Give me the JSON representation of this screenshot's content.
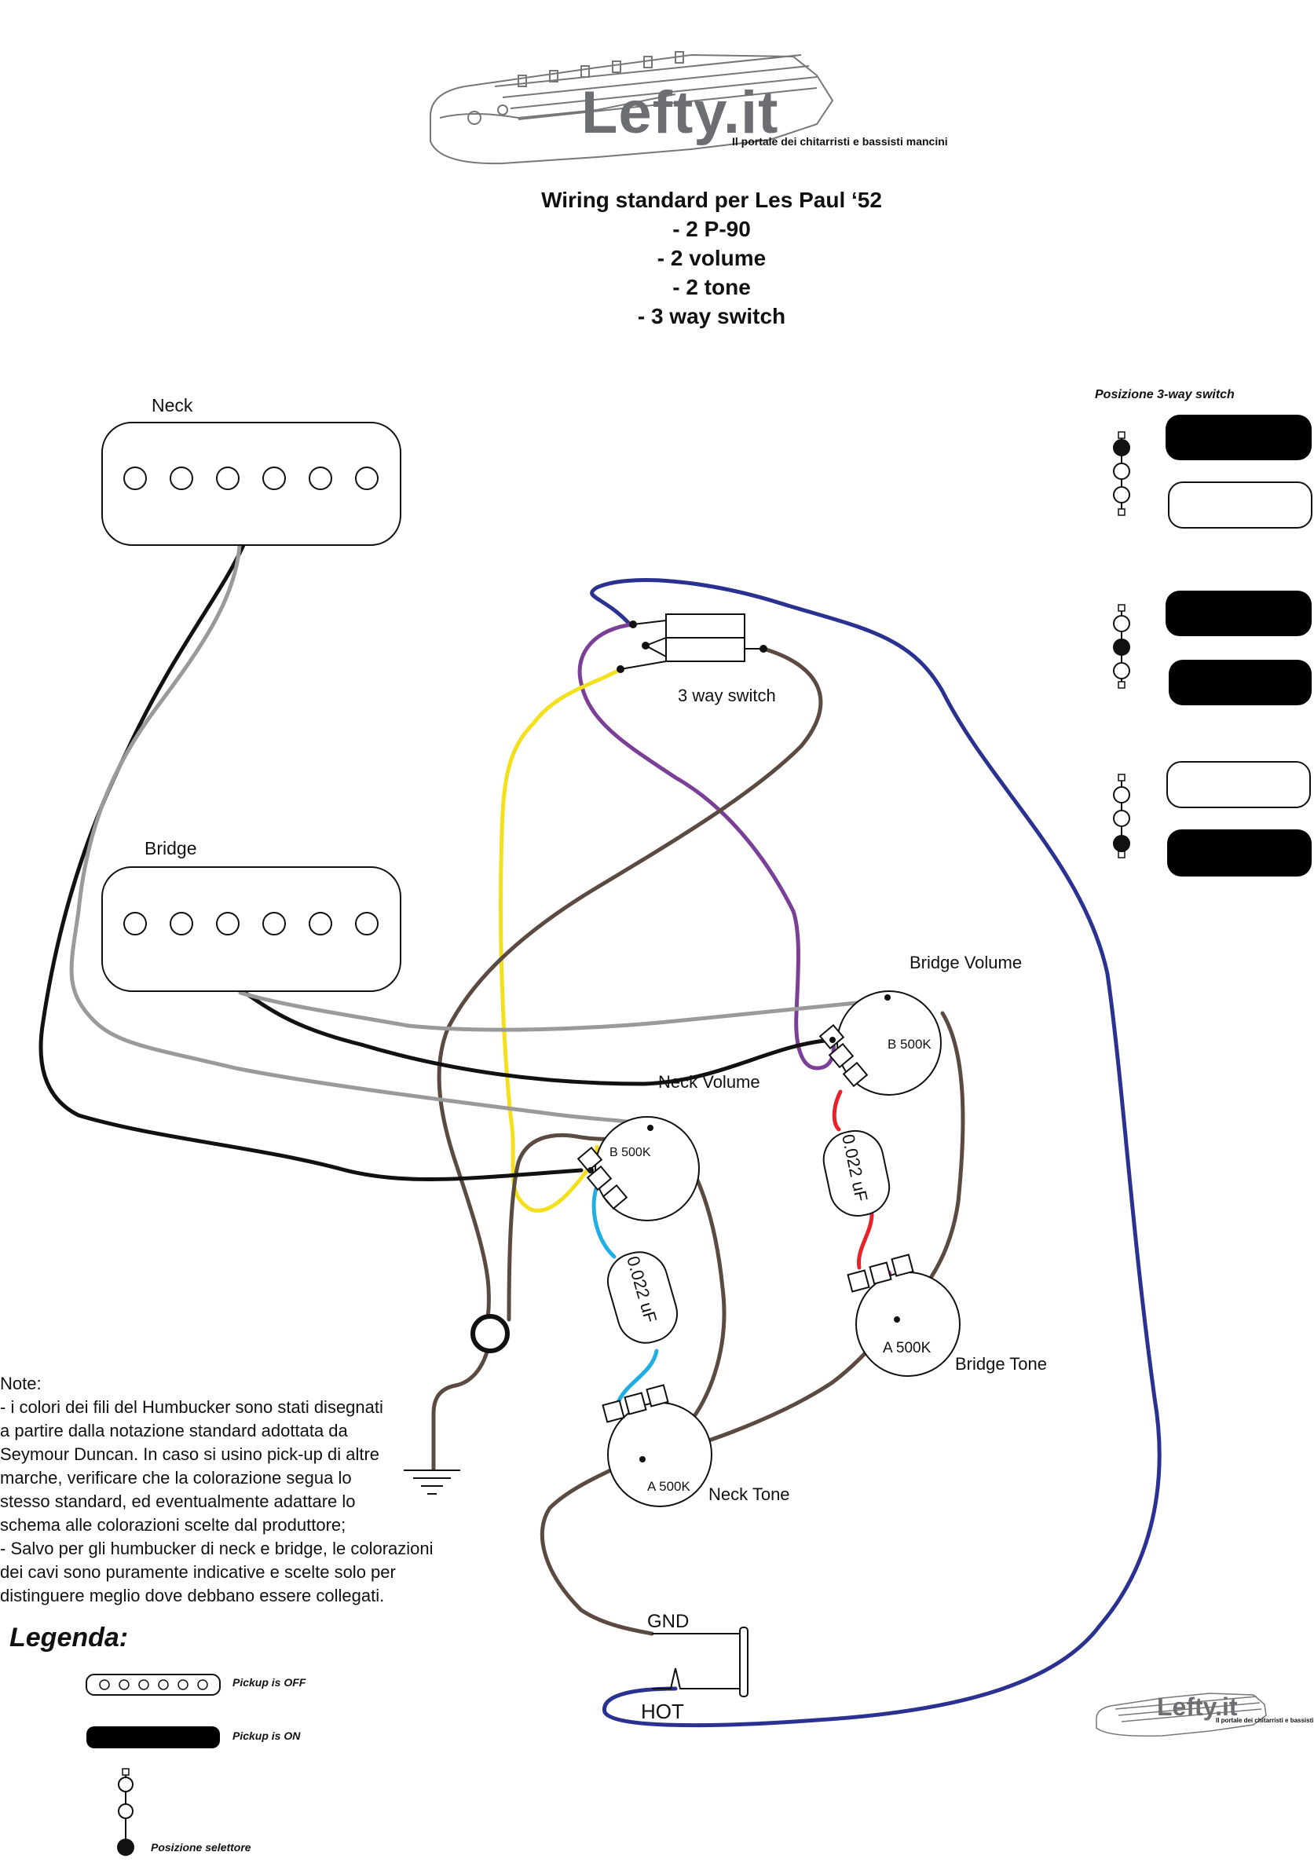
{
  "header": {
    "logo_name": "Lefty.it",
    "logo_tagline": "Il portale dei chitarristi e bassisti mancini",
    "title_lines": [
      "Wiring standard per Les Paul ‘52",
      "- 2 P-90",
      "- 2 volume",
      "- 2 tone",
      "- 3 way switch"
    ]
  },
  "pickups": {
    "neck_label": "Neck",
    "bridge_label": "Bridge"
  },
  "switch": {
    "label": "3 way switch",
    "positions_title": "Posizione 3-way switch"
  },
  "pots": {
    "bridge_volume_label": "Bridge Volume",
    "bridge_volume_value": "B 500K",
    "neck_volume_label": "Neck Volume",
    "neck_volume_value": "B 500K",
    "bridge_tone_label": "Bridge Tone",
    "bridge_tone_value": "A 500K",
    "neck_tone_label": "Neck Tone",
    "neck_tone_value": "A 500K"
  },
  "capacitors": {
    "bridge_value": "0.022 uF",
    "neck_value": "0.022 uF"
  },
  "jack": {
    "gnd_label": "GND",
    "hot_label": "HOT"
  },
  "notes": {
    "lines": [
      "Note:",
      "- i colori dei fili del Humbucker sono stati disegnati",
      "a partire dalla notazione standard adottata da",
      "Seymour Duncan. In caso si usino pick-up di altre",
      "marche, verificare che la colorazione segua lo",
      "stesso standard, ed eventualmente adattare lo",
      "schema alle colorazioni scelte dal produttore;",
      "- Salvo per gli humbucker di neck e bridge, le colorazioni",
      "dei cavi sono puramente indicative e scelte solo per",
      "distinguere meglio dove debbano essere collegati."
    ]
  },
  "legend": {
    "title": "Legenda:",
    "pickup_off": "Pickup is OFF",
    "pickup_on": "Pickup is ON",
    "selector": "Posizione selettore"
  },
  "footer": {
    "logo_name": "Lefty.it",
    "logo_tagline": "Il portale dei chitarristi e bassisti mancini"
  },
  "colors": {
    "black_wire": "#111111",
    "gray_wire": "#9a9a9a",
    "brown_wire": "#5a4a42",
    "yellow_wire": "#f4e01a",
    "purple_wire": "#7b3f98",
    "navy_wire": "#2b3190",
    "magenta_wire": "#e6198a",
    "red_wire": "#e8212b",
    "cyan_wire": "#1eaee4",
    "logo_gray": "#6d6e71"
  }
}
